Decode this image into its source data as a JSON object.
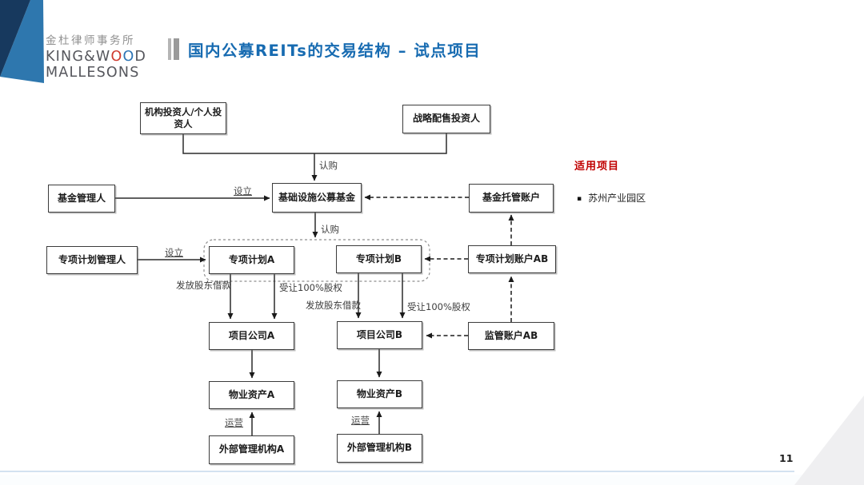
{
  "logo": {
    "cn": "金杜律师事务所",
    "en1_pre": "KING&W",
    "en1_o1": "O",
    "en1_o2": "O",
    "en1_post": "D",
    "en2": "MALLESONS"
  },
  "header": {
    "title": "国内公募REITs的交易结构 – 试点项目"
  },
  "diagram": {
    "nodes": {
      "investors": {
        "label": "机构投资人/个人投资人"
      },
      "strategic": {
        "label": "战略配售投资人"
      },
      "fund_manager": {
        "label": "基金管理人"
      },
      "public_fund": {
        "label": "基础设施公募基金"
      },
      "custody_account": {
        "label": "基金托管账户"
      },
      "plan_manager": {
        "label": "专项计划管理人"
      },
      "plan_a": {
        "label": "专项计划A"
      },
      "plan_b": {
        "label": "专项计划B"
      },
      "plan_account": {
        "label": "专项计划账户AB"
      },
      "project_a": {
        "label": "项目公司A"
      },
      "project_b": {
        "label": "项目公司B"
      },
      "supervision_account": {
        "label": "监管账户AB"
      },
      "property_a": {
        "label": "物业资产A"
      },
      "property_b": {
        "label": "物业资产B"
      },
      "ext_manager_a": {
        "label": "外部管理机构A"
      },
      "ext_manager_b": {
        "label": "外部管理机构B"
      }
    },
    "labels": {
      "subscribe_top": "认购",
      "establish_fund": "设立",
      "subscribe_mid": "认购",
      "establish_plan": "设立",
      "loan_a": "发放股东借款",
      "equity_a": "受让100%股权",
      "loan_b": "发放股东借款",
      "equity_b": "受让100%股权",
      "operate_a": "运营",
      "operate_b": "运营"
    }
  },
  "notes": {
    "title": "适用项目",
    "bullet": "▪",
    "items": [
      "苏州产业园区"
    ]
  },
  "footer": {
    "page_number": "11"
  },
  "colors": {
    "title_blue": "#176bb1",
    "notes_red": "#c00000",
    "corner_navy": "#17395e",
    "corner_blue": "#2e77ae",
    "footer_line_blue": "#d3e2f0"
  }
}
